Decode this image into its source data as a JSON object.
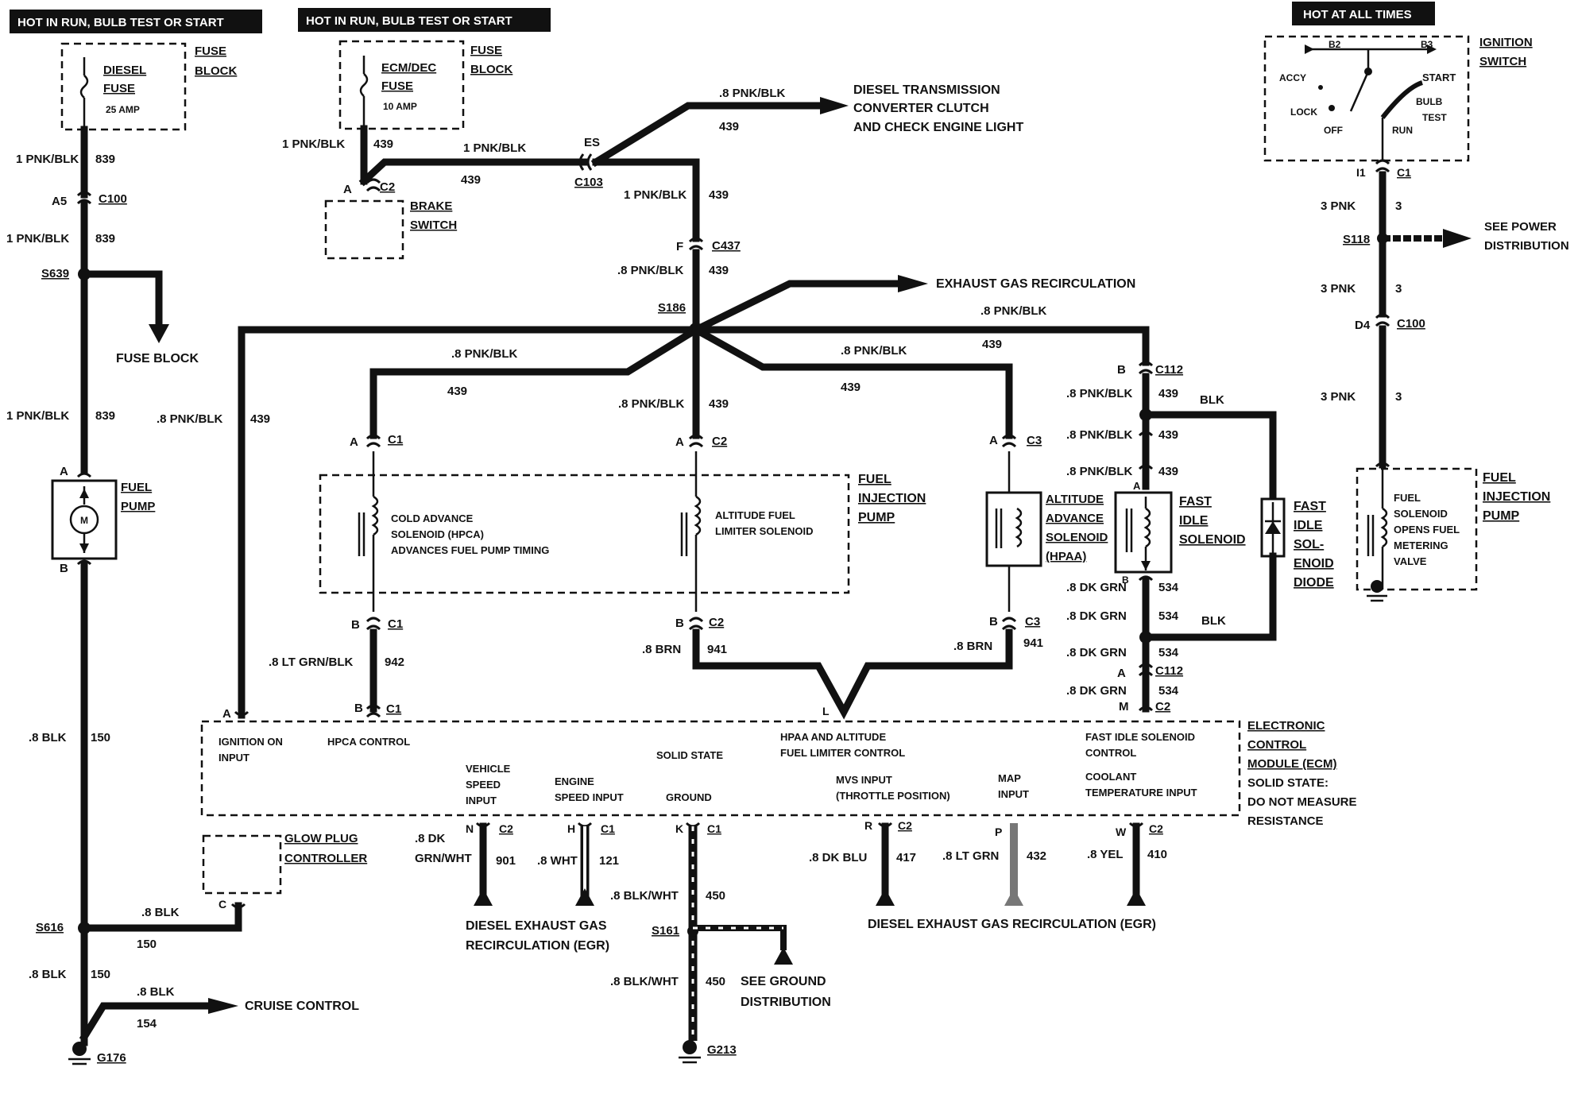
{
  "banners": {
    "left": "HOT IN RUN, BULB TEST OR START",
    "middle": "HOT IN RUN, BULB TEST OR START",
    "right": "HOT AT ALL TIMES"
  },
  "left_circuit": {
    "fuse_block_label": [
      "FUSE",
      "BLOCK"
    ],
    "fuse_name": [
      "DIESEL",
      "FUSE"
    ],
    "fuse_rating": "25 AMP",
    "w1_gauge": "1 PNK/BLK",
    "w1_num": "839",
    "c100_pin": "A5",
    "c100": "C100",
    "w2_gauge": "1 PNK/BLK",
    "w2_num": "839",
    "s639": "S639",
    "fuse_block_out": "FUSE BLOCK",
    "w3_gauge": "1 PNK/BLK",
    "w3_num": "839",
    "pump_pin_a": "A",
    "pump_label": [
      "FUEL",
      "PUMP"
    ],
    "motor": "M",
    "pump_pin_b": "B",
    "w4_gauge": ".8 BLK",
    "w4_num": "150",
    "glow_plug": [
      "GLOW PLUG",
      "CONTROLLER"
    ],
    "glow_pin": "C",
    "s616": "S616",
    "w5_gauge": ".8 BLK",
    "w5_num": "150",
    "w6_gauge": ".8 BLK",
    "w6_num": "150",
    "w7_gauge": ".8 BLK",
    "w7_num": "154",
    "cruise": "CRUISE CONTROL",
    "g176": "G176"
  },
  "middle_circuit": {
    "fuse_block_label": [
      "FUSE",
      "BLOCK"
    ],
    "fuse_name": [
      "ECM/DEC",
      "FUSE"
    ],
    "fuse_rating": "10 AMP",
    "w1_gauge": "1 PNK/BLK",
    "w1_num": "439",
    "c2_pin": "A",
    "c2": "C2",
    "brake": [
      "BRAKE",
      "SWITCH"
    ],
    "w2_gauge": "1 PNK/BLK",
    "w2_num": "439",
    "es": "ES",
    "c103": "C103",
    "diesel_wire_gauge": ".8 PNK/BLK",
    "diesel_wire_num": "439",
    "diesel_dest": [
      "DIESEL TRANSMISSION",
      "CONVERTER CLUTCH",
      "AND CHECK ENGINE LIGHT"
    ],
    "w3_gauge": "1 PNK/BLK",
    "w3_num": "439",
    "c437_pin": "F",
    "c437": "C437",
    "w4_gauge": ".8 PNK/BLK",
    "w4_num": "439",
    "s186": "S186",
    "egr": "EXHAUST  GAS RECIRCULATION",
    "left_feed_gauge": ".8  PNK/BLK",
    "left_feed_num": "439",
    "c1_branch_gauge": ".8 PNK/BLK",
    "c1_branch_num": "439",
    "c2_branch_gauge": ".8 PNK/BLK",
    "c2_branch_num": "439",
    "c3_branch_gauge": ".8 PNK/BLK",
    "c3_branch_num": "439",
    "c112_branch_gauge": ".8 PNK/BLK",
    "c112_branch_num": "439"
  },
  "injection_pump": {
    "label": [
      "FUEL",
      "INJECTION",
      "PUMP"
    ],
    "c1_top_pin": "A",
    "c1": "C1",
    "c2_top_pin": "A",
    "c2": "C2",
    "c3_top_pin": "A",
    "c3": "C3",
    "hpca": [
      "COLD ADVANCE",
      "SOLENOID (HPCA)",
      "ADVANCES FUEL PUMP TIMING"
    ],
    "altitude_fuel": [
      "ALTITUDE FUEL",
      "LIMITER SOLENOID"
    ],
    "hpaa": [
      "ALTITUDE",
      "ADVANCE",
      "SOLENOID",
      "(HPAA)"
    ],
    "c1_bot_pin": "B",
    "c2_bot_pin": "B",
    "c3_bot_pin": "B",
    "w942_gauge": ".8 LT GRN/BLK",
    "w942_num": "942",
    "w941a_gauge": ".8 BRN",
    "w941a_num": "941",
    "w941b_gauge": ".8 BRN",
    "w941b_num": "941"
  },
  "fast_idle": {
    "c112_pin_b": "B",
    "c112": "C112",
    "g1": ".8 PNK/BLK",
    "n1": "439",
    "g2": ".8 PNK/BLK",
    "n2": "439",
    "g3": ".8 PNK/BLK",
    "n3": "439",
    "blk_top": "BLK",
    "solenoid_pin_a": "A",
    "solenoid_pin_b": "B",
    "solenoid": [
      "FAST",
      "IDLE",
      "SOLENOID"
    ],
    "diode": [
      "FAST",
      "IDLE",
      "SOL-",
      "ENOID",
      "DIODE"
    ],
    "g4": ".8 DK GRN",
    "n4": "534",
    "g5": ".8 DK GRN",
    "n5": "534",
    "blk_bottom": "BLK",
    "g6": ".8 DK GRN",
    "n6": "534",
    "c112_pin_a": "A",
    "c112b": "C112",
    "g7": ".8 DK GRN",
    "n7": "534"
  },
  "ecm": {
    "title": [
      "ELECTRONIC",
      "CONTROL",
      "MODULE (ECM)",
      "SOLID STATE:",
      "DO NOT MEASURE",
      "RESISTANCE"
    ],
    "pin_a": "A",
    "pin_b": "B",
    "pin_b_conn": "C1",
    "pin_l": "L",
    "pin_m": "M",
    "pin_m_conn": "C2",
    "ignition_input": [
      "IGNITION ON",
      "INPUT"
    ],
    "hpca_control": "HPCA CONTROL",
    "vehicle_speed": [
      "VEHICLE",
      "SPEED",
      "INPUT"
    ],
    "engine_speed": [
      "ENGINE",
      "SPEED INPUT"
    ],
    "solid_state": "SOLID STATE",
    "ground": "GROUND",
    "hpaa_control": [
      "HPAA AND ALTITUDE",
      "FUEL LIMITER CONTROL"
    ],
    "mvs_input": [
      "MVS INPUT",
      "(THROTTLE POSITION)"
    ],
    "map_input": [
      "MAP",
      "INPUT"
    ],
    "fast_idle_control": [
      "FAST IDLE SOLENOID",
      "CONTROL"
    ],
    "coolant": [
      "COOLANT",
      "TEMPERATURE INPUT"
    ]
  },
  "ecm_outputs": {
    "n_pin": "N",
    "n_conn": "C2",
    "n_gauge": [
      ".8 DK",
      "GRN/WHT"
    ],
    "n_num": "901",
    "h_pin": "H",
    "h_conn": "C1",
    "h_gauge": ".8 WHT",
    "h_num": "121",
    "k_pin": "K",
    "k_conn": "C1",
    "k_gauge": ".8 BLK/WHT",
    "k_num": "450",
    "s161": "S161",
    "k2_gauge": ".8 BLK/WHT",
    "k2_num": "450",
    "ground_dist": [
      "SEE GROUND",
      "DISTRIBUTION"
    ],
    "g213": "G213",
    "r_pin": "R",
    "r_conn": "C2",
    "r_gauge": ".8 DK BLU",
    "r_num": "417",
    "p_pin": "P",
    "p_gauge": ".8 LT GRN",
    "p_num": "432",
    "w_pin": "W",
    "w_conn": "C2",
    "w_gauge": ".8 YEL",
    "w_num": "410",
    "egr_left": [
      "DIESEL EXHAUST GAS",
      "RECIRCULATION (EGR)"
    ],
    "egr_right": "DIESEL EXHAUST GAS RECIRCULATION (EGR)"
  },
  "right_circuit": {
    "ignition": [
      "IGNITION",
      "SWITCH"
    ],
    "b2": "B2",
    "b3": "B3",
    "accy": "ACCY",
    "lock": "LOCK",
    "off": "OFF",
    "run": "RUN",
    "start": "START",
    "bulb_test": [
      "BULB",
      "TEST"
    ],
    "i1": "I1",
    "c1": "C1",
    "w1_gauge": "3 PNK",
    "w1_num": "3",
    "s118": "S118",
    "power": [
      "SEE POWER",
      "DISTRIBUTION"
    ],
    "w2_gauge": "3 PNK",
    "w2_num": "3",
    "d4": "D4",
    "c100": "C100",
    "w3_gauge": "3 PNK",
    "w3_num": "3",
    "solenoid": [
      "FUEL",
      "SOLENOID",
      "OPENS FUEL",
      "METERING",
      "VALVE"
    ],
    "pump_label": [
      "FUEL",
      "INJECTION",
      "PUMP"
    ]
  },
  "colors": {
    "ink": "#111111",
    "background": "#ffffff"
  }
}
